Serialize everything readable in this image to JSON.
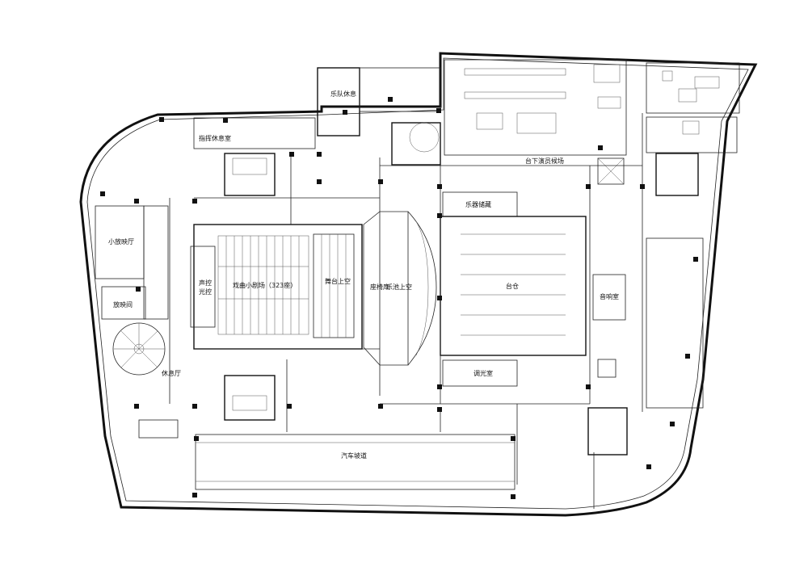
{
  "rooms": {
    "band_rest": "乐队休息",
    "conductor_rest": "指挥休息室",
    "backstage_waiting": "台下演员候场",
    "small_screening_hall": "小放映厅",
    "projection_room": "放映间",
    "lounge": "休息厅",
    "sound_control": "声控",
    "light_control": "光控",
    "small_theater": "戏曲小剧场（323座）",
    "stage_above": "舞台上空",
    "seat_storage": "座椅库",
    "pit_above": "乐池上空",
    "instrument_storage": "乐器储藏",
    "warehouse": "台仓",
    "sound_room": "音响室",
    "dimmer_room": "调光室",
    "car_ramp": "汽车坡道"
  },
  "colors": {
    "ink": "#111111",
    "paper": "#ffffff"
  }
}
